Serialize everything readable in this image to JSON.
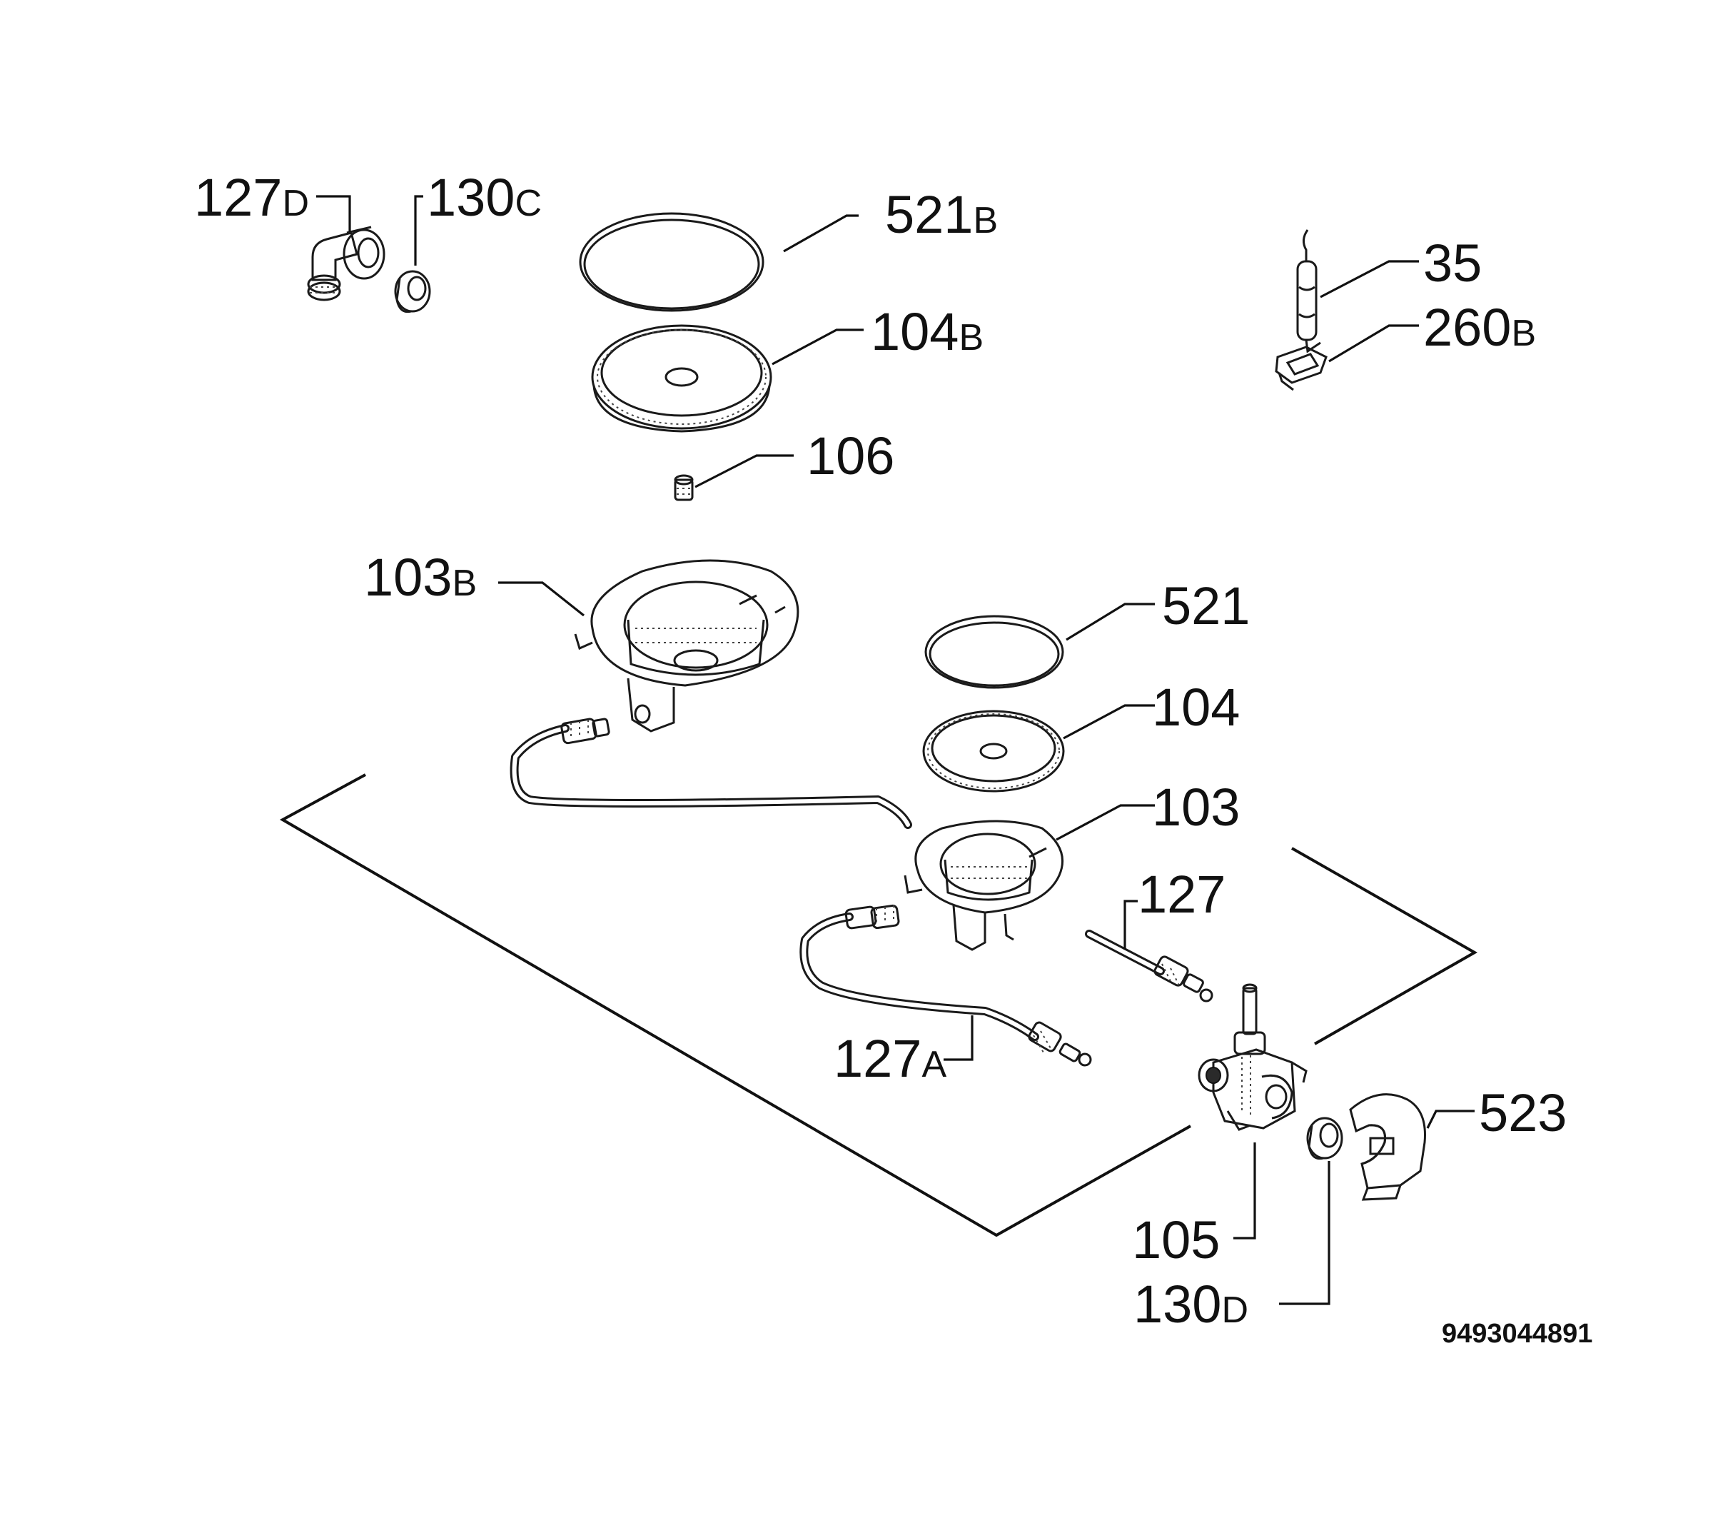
{
  "parts": [
    {
      "id": "127d",
      "num": "127",
      "suffix": "D"
    },
    {
      "id": "130c",
      "num": "130",
      "suffix": "C"
    },
    {
      "id": "521b",
      "num": "521",
      "suffix": "B"
    },
    {
      "id": "104b",
      "num": "104",
      "suffix": "B"
    },
    {
      "id": "106",
      "num": "106",
      "suffix": ""
    },
    {
      "id": "35",
      "num": "35",
      "suffix": ""
    },
    {
      "id": "260b",
      "num": "260",
      "suffix": "B"
    },
    {
      "id": "103b",
      "num": "103",
      "suffix": "B"
    },
    {
      "id": "521",
      "num": "521",
      "suffix": ""
    },
    {
      "id": "104",
      "num": "104",
      "suffix": ""
    },
    {
      "id": "103",
      "num": "103",
      "suffix": ""
    },
    {
      "id": "127",
      "num": "127",
      "suffix": ""
    },
    {
      "id": "127a",
      "num": "127",
      "suffix": "A"
    },
    {
      "id": "523",
      "num": "523",
      "suffix": ""
    },
    {
      "id": "105",
      "num": "105",
      "suffix": ""
    },
    {
      "id": "130d",
      "num": "130",
      "suffix": "D"
    }
  ],
  "diagram_code": "9493044891"
}
